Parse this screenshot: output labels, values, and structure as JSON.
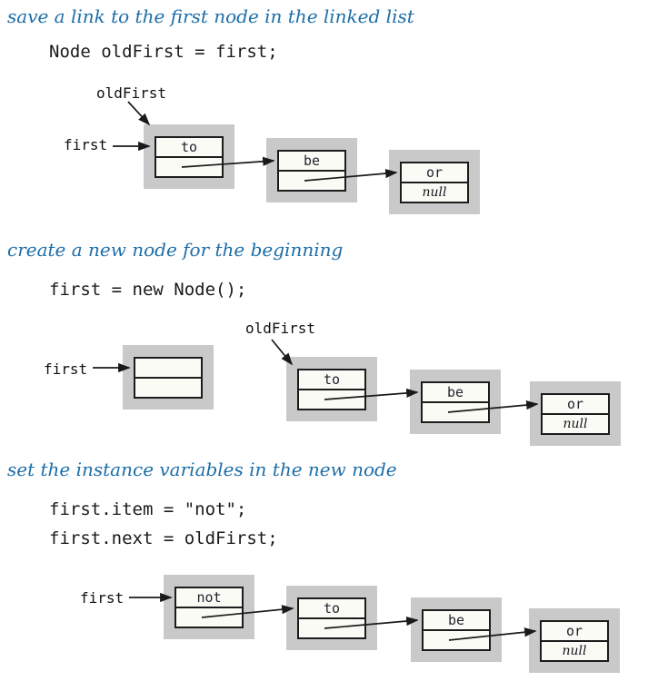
{
  "figure": "linked-list insert at beginning",
  "colors": {
    "heading_blue": "#1c6ea8",
    "code_text": "#1a1a1a",
    "node_pad_gray": "#c9c9c9",
    "node_fill": "#fbfbf6",
    "line_black": "#1a1a1a"
  },
  "sections": [
    {
      "heading": "save a link to the first node in the linked list",
      "code": [
        "Node oldFirst = first;"
      ],
      "labels": {
        "first": "first",
        "old_first": "oldFirst"
      },
      "nodes": [
        {
          "item": "to",
          "next": ""
        },
        {
          "item": "be",
          "next": ""
        },
        {
          "item": "or",
          "next": "null"
        }
      ]
    },
    {
      "heading": "create a new node for the beginning",
      "code": [
        "first = new Node();"
      ],
      "labels": {
        "first": "first",
        "old_first": "oldFirst"
      },
      "nodes": [
        {
          "item": "",
          "next": ""
        },
        {
          "item": "to",
          "next": ""
        },
        {
          "item": "be",
          "next": ""
        },
        {
          "item": "or",
          "next": "null"
        }
      ]
    },
    {
      "heading": "set the instance variables in the new node",
      "code": [
        "first.item = \"not\";",
        "first.next = oldFirst;"
      ],
      "labels": {
        "first": "first"
      },
      "nodes": [
        {
          "item": "not",
          "next": ""
        },
        {
          "item": "to",
          "next": ""
        },
        {
          "item": "be",
          "next": ""
        },
        {
          "item": "or",
          "next": "null"
        }
      ]
    }
  ]
}
